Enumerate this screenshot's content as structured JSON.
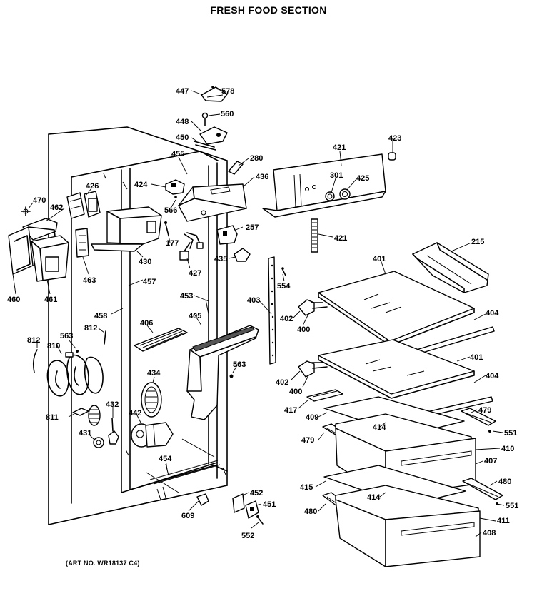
{
  "title": "FRESH FOOD SECTION",
  "art_number": "(ART NO. WR18137 C4)",
  "part_labels": {
    "p447": "447",
    "p578": "578",
    "p448": "448",
    "p560": "560",
    "p450": "450",
    "p455": "455",
    "p280": "280",
    "p436": "436",
    "p421a": "421",
    "p423": "423",
    "p301": "301",
    "p425": "425",
    "p424": "424",
    "p426": "426",
    "p470": "470",
    "p462": "462",
    "p566": "566",
    "p257": "257",
    "p177": "177",
    "p430": "430",
    "p427": "427",
    "p435": "435",
    "p421b": "421",
    "p215": "215",
    "p463": "463",
    "p460": "460",
    "p461": "461",
    "p457": "457",
    "p401a": "401",
    "p554": "554",
    "p453": "453",
    "p403": "403",
    "p458": "458",
    "p402a": "402",
    "p404a": "404",
    "p400a": "400",
    "p406": "406",
    "p405": "405",
    "p812a": "812",
    "p563a": "563",
    "p812b": "812",
    "p810": "810",
    "p401b": "401",
    "p563b": "563",
    "p402b": "402",
    "p434": "434",
    "p400b": "400",
    "p404b": "404",
    "p417": "417",
    "p432": "432",
    "p479a": "479",
    "p442": "442",
    "p409": "409",
    "p811": "811",
    "p414a": "414",
    "p551a": "551",
    "p431": "431",
    "p479b": "479",
    "p410": "410",
    "p454": "454",
    "p407": "407",
    "p480a": "480",
    "p415": "415",
    "p452": "452",
    "p414b": "414",
    "p551b": "551",
    "p451": "451",
    "p609": "609",
    "p480b": "480",
    "p411": "411",
    "p552": "552",
    "p408": "408"
  }
}
